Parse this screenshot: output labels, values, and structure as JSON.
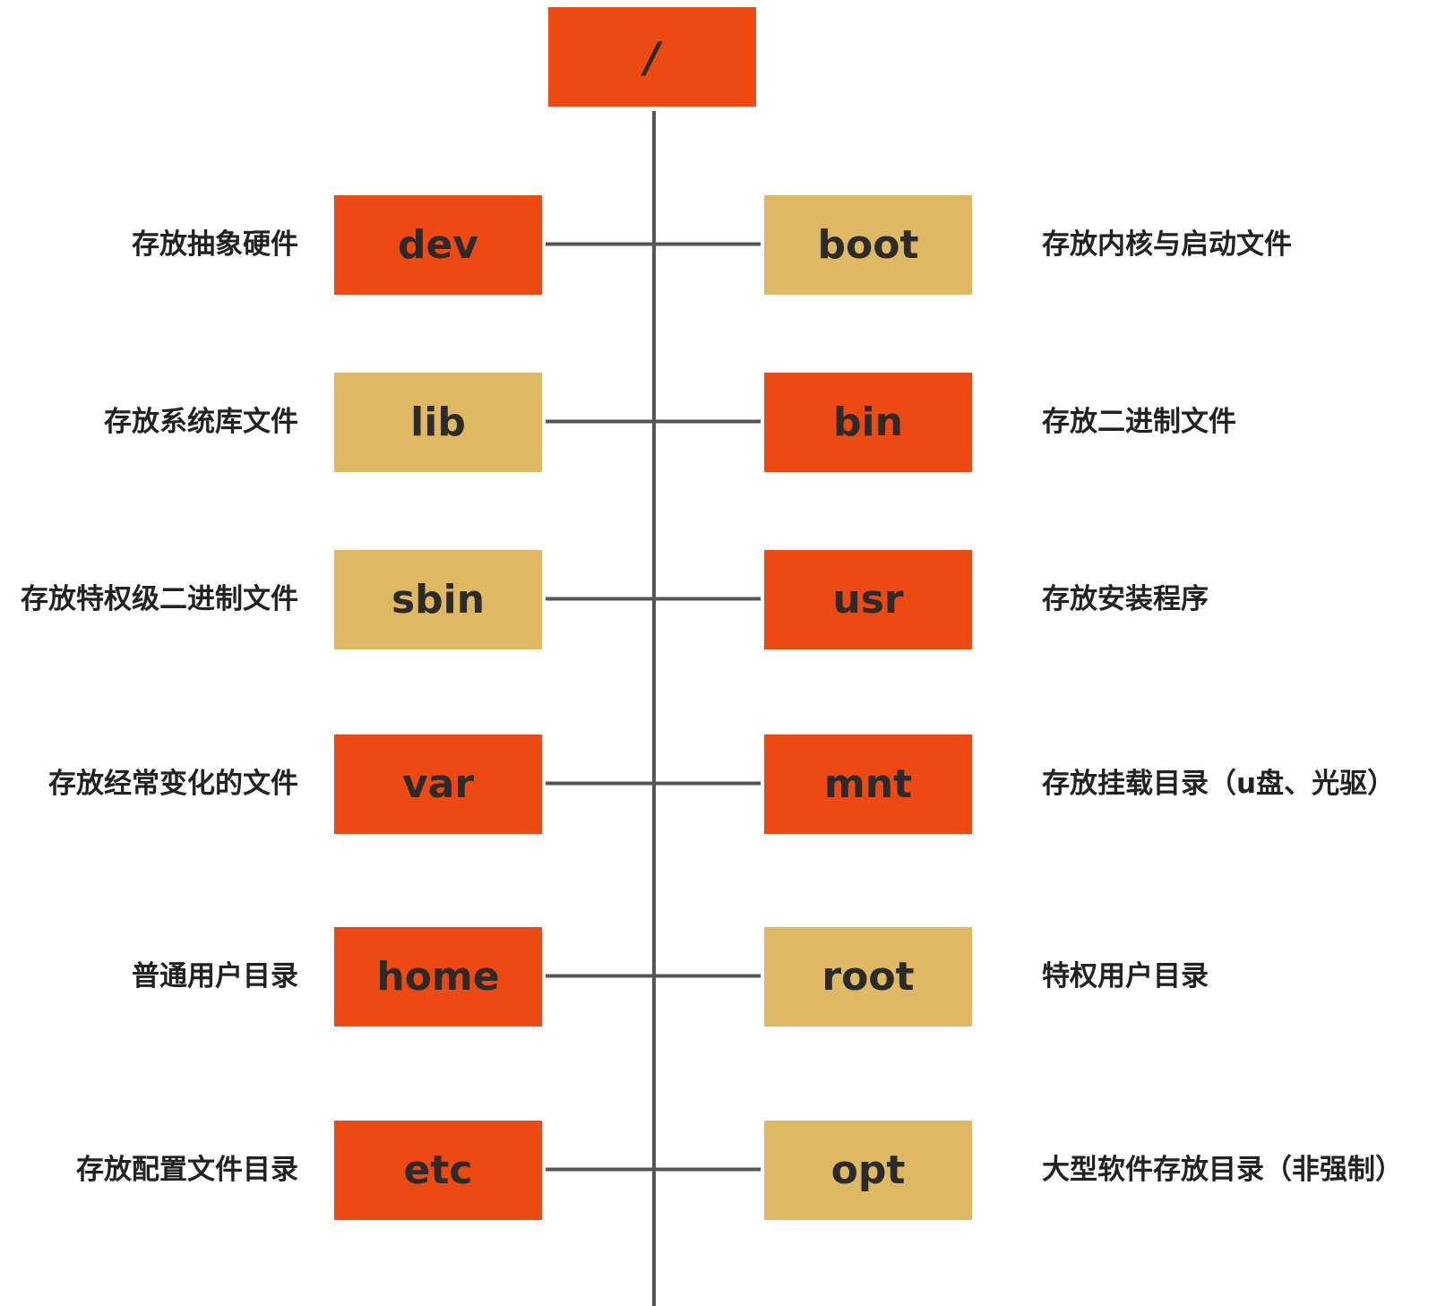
{
  "colors": {
    "orange": "#ec4a12",
    "gold": "#deb862",
    "line": "#555555"
  },
  "root": {
    "label": "/",
    "color": "orange"
  },
  "rows": [
    {
      "left": {
        "label": "dev",
        "color": "orange",
        "desc": "存放抽象硬件"
      },
      "right": {
        "label": "boot",
        "color": "gold",
        "desc": "存放内核与启动文件"
      }
    },
    {
      "left": {
        "label": "lib",
        "color": "gold",
        "desc": "存放系统库文件"
      },
      "right": {
        "label": "bin",
        "color": "orange",
        "desc": "存放二进制文件"
      }
    },
    {
      "left": {
        "label": "sbin",
        "color": "gold",
        "desc": "存放特权级二进制文件"
      },
      "right": {
        "label": "usr",
        "color": "orange",
        "desc": "存放安装程序"
      }
    },
    {
      "left": {
        "label": "var",
        "color": "orange",
        "desc": "存放经常变化的文件"
      },
      "right": {
        "label": "mnt",
        "color": "orange",
        "desc": "存放挂载目录（u盘、光驱）"
      }
    },
    {
      "left": {
        "label": "home",
        "color": "orange",
        "desc": "普通用户目录"
      },
      "right": {
        "label": "root",
        "color": "gold",
        "desc": "特权用户目录"
      }
    },
    {
      "left": {
        "label": "etc",
        "color": "orange",
        "desc": "存放配置文件目录"
      },
      "right": {
        "label": "opt",
        "color": "gold",
        "desc": "大型软件存放目录（非强制）"
      }
    }
  ]
}
